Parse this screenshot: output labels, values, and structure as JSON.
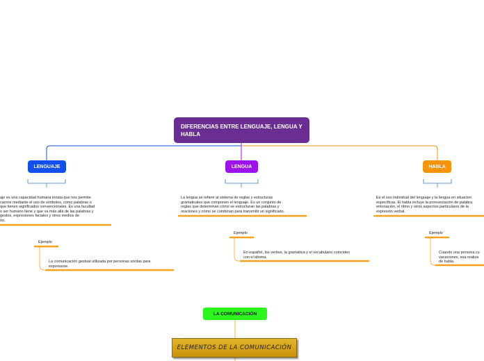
{
  "root": {
    "title": "DIFERENCIAS ENTRE LENGUAJE, LENGUA Y HABLA"
  },
  "branches": [
    {
      "label": "LENGUAJE",
      "description": "aje es una capacidad humana innata que nos permite\ncarnos mediante el uso de símbolos, como palabras o\nque tienen significados convencionales. Es una facultad\no ser humano tiene y que va más allá de las palabras y\ngestos, expresiones faciales y otros medios de\nón.",
      "example_label": "Ejemplo",
      "example_text": "La comunicación gestual utilizada por personas sordas para\nexpresarse."
    },
    {
      "label": "LENGUA",
      "description": "La lengua se refiere al sistema de reglas y estructuras\ngramaticales que componen el lenguaje. Es un conjunto de\nreglas que determinan cómo se estructuran las palabras y\noraciones y cómo se combinan para transmitir un significado.",
      "example_label": "Ejemplo",
      "example_text": "En español, los verbos, la gramática y el vocabulario coinciden\ncon el idioma."
    },
    {
      "label": "HABLA",
      "description": "Es el uso individual del lenguaje y la lengua en situacion\nespecíficas. El habla incluye la pronunciación de palabra\nentonación, el ritmo y otros aspectos particulares de la\nexpresión verbal.",
      "example_label": "Ejemplo",
      "example_text": "Cuando una persona cu\nvacaciones, esa realiza\nde habla."
    }
  ],
  "second_topic": {
    "label": "LA COMUNICACIÓN"
  },
  "second_title": {
    "label": "ELEMENTOS DE LA COMUNICACIÓN"
  },
  "colors": {
    "root": "#6a2d91",
    "lenguaje": "#1150ee",
    "lengua": "#9d12ec",
    "habla": "#f7920c",
    "connector_orange": "#f7a21a",
    "comunicacion": "#2df51d",
    "elementos": "#d9a51d"
  }
}
